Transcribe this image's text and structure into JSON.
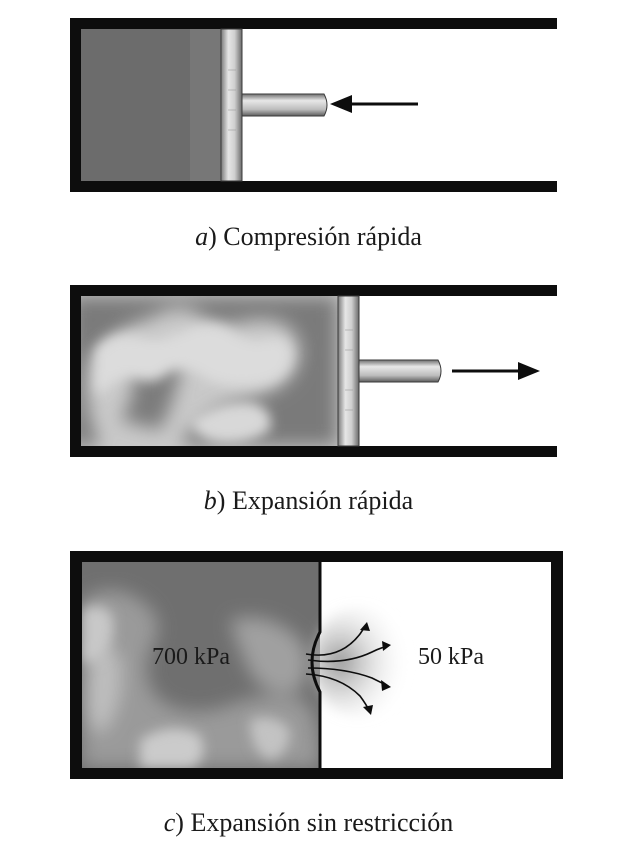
{
  "panels": [
    {
      "letter": "a",
      "title": "Compresión rápida"
    },
    {
      "letter": "b",
      "title": "Expansión rápida"
    },
    {
      "letter": "c",
      "title": "Expansión sin restricción"
    }
  ],
  "panel_c": {
    "left_pressure": "700 kPa",
    "right_pressure": "50 kPa"
  },
  "colors": {
    "wall": "#0d0d0d",
    "gas_dark": "#6e6e6e",
    "gas_light": "#d6d6d6",
    "piston": "#9a9a9a"
  },
  "icons": {
    "arrow_a": "arrow-left-icon",
    "arrow_b": "arrow-right-icon",
    "arrows_c": "diverging-arrows-icon"
  }
}
